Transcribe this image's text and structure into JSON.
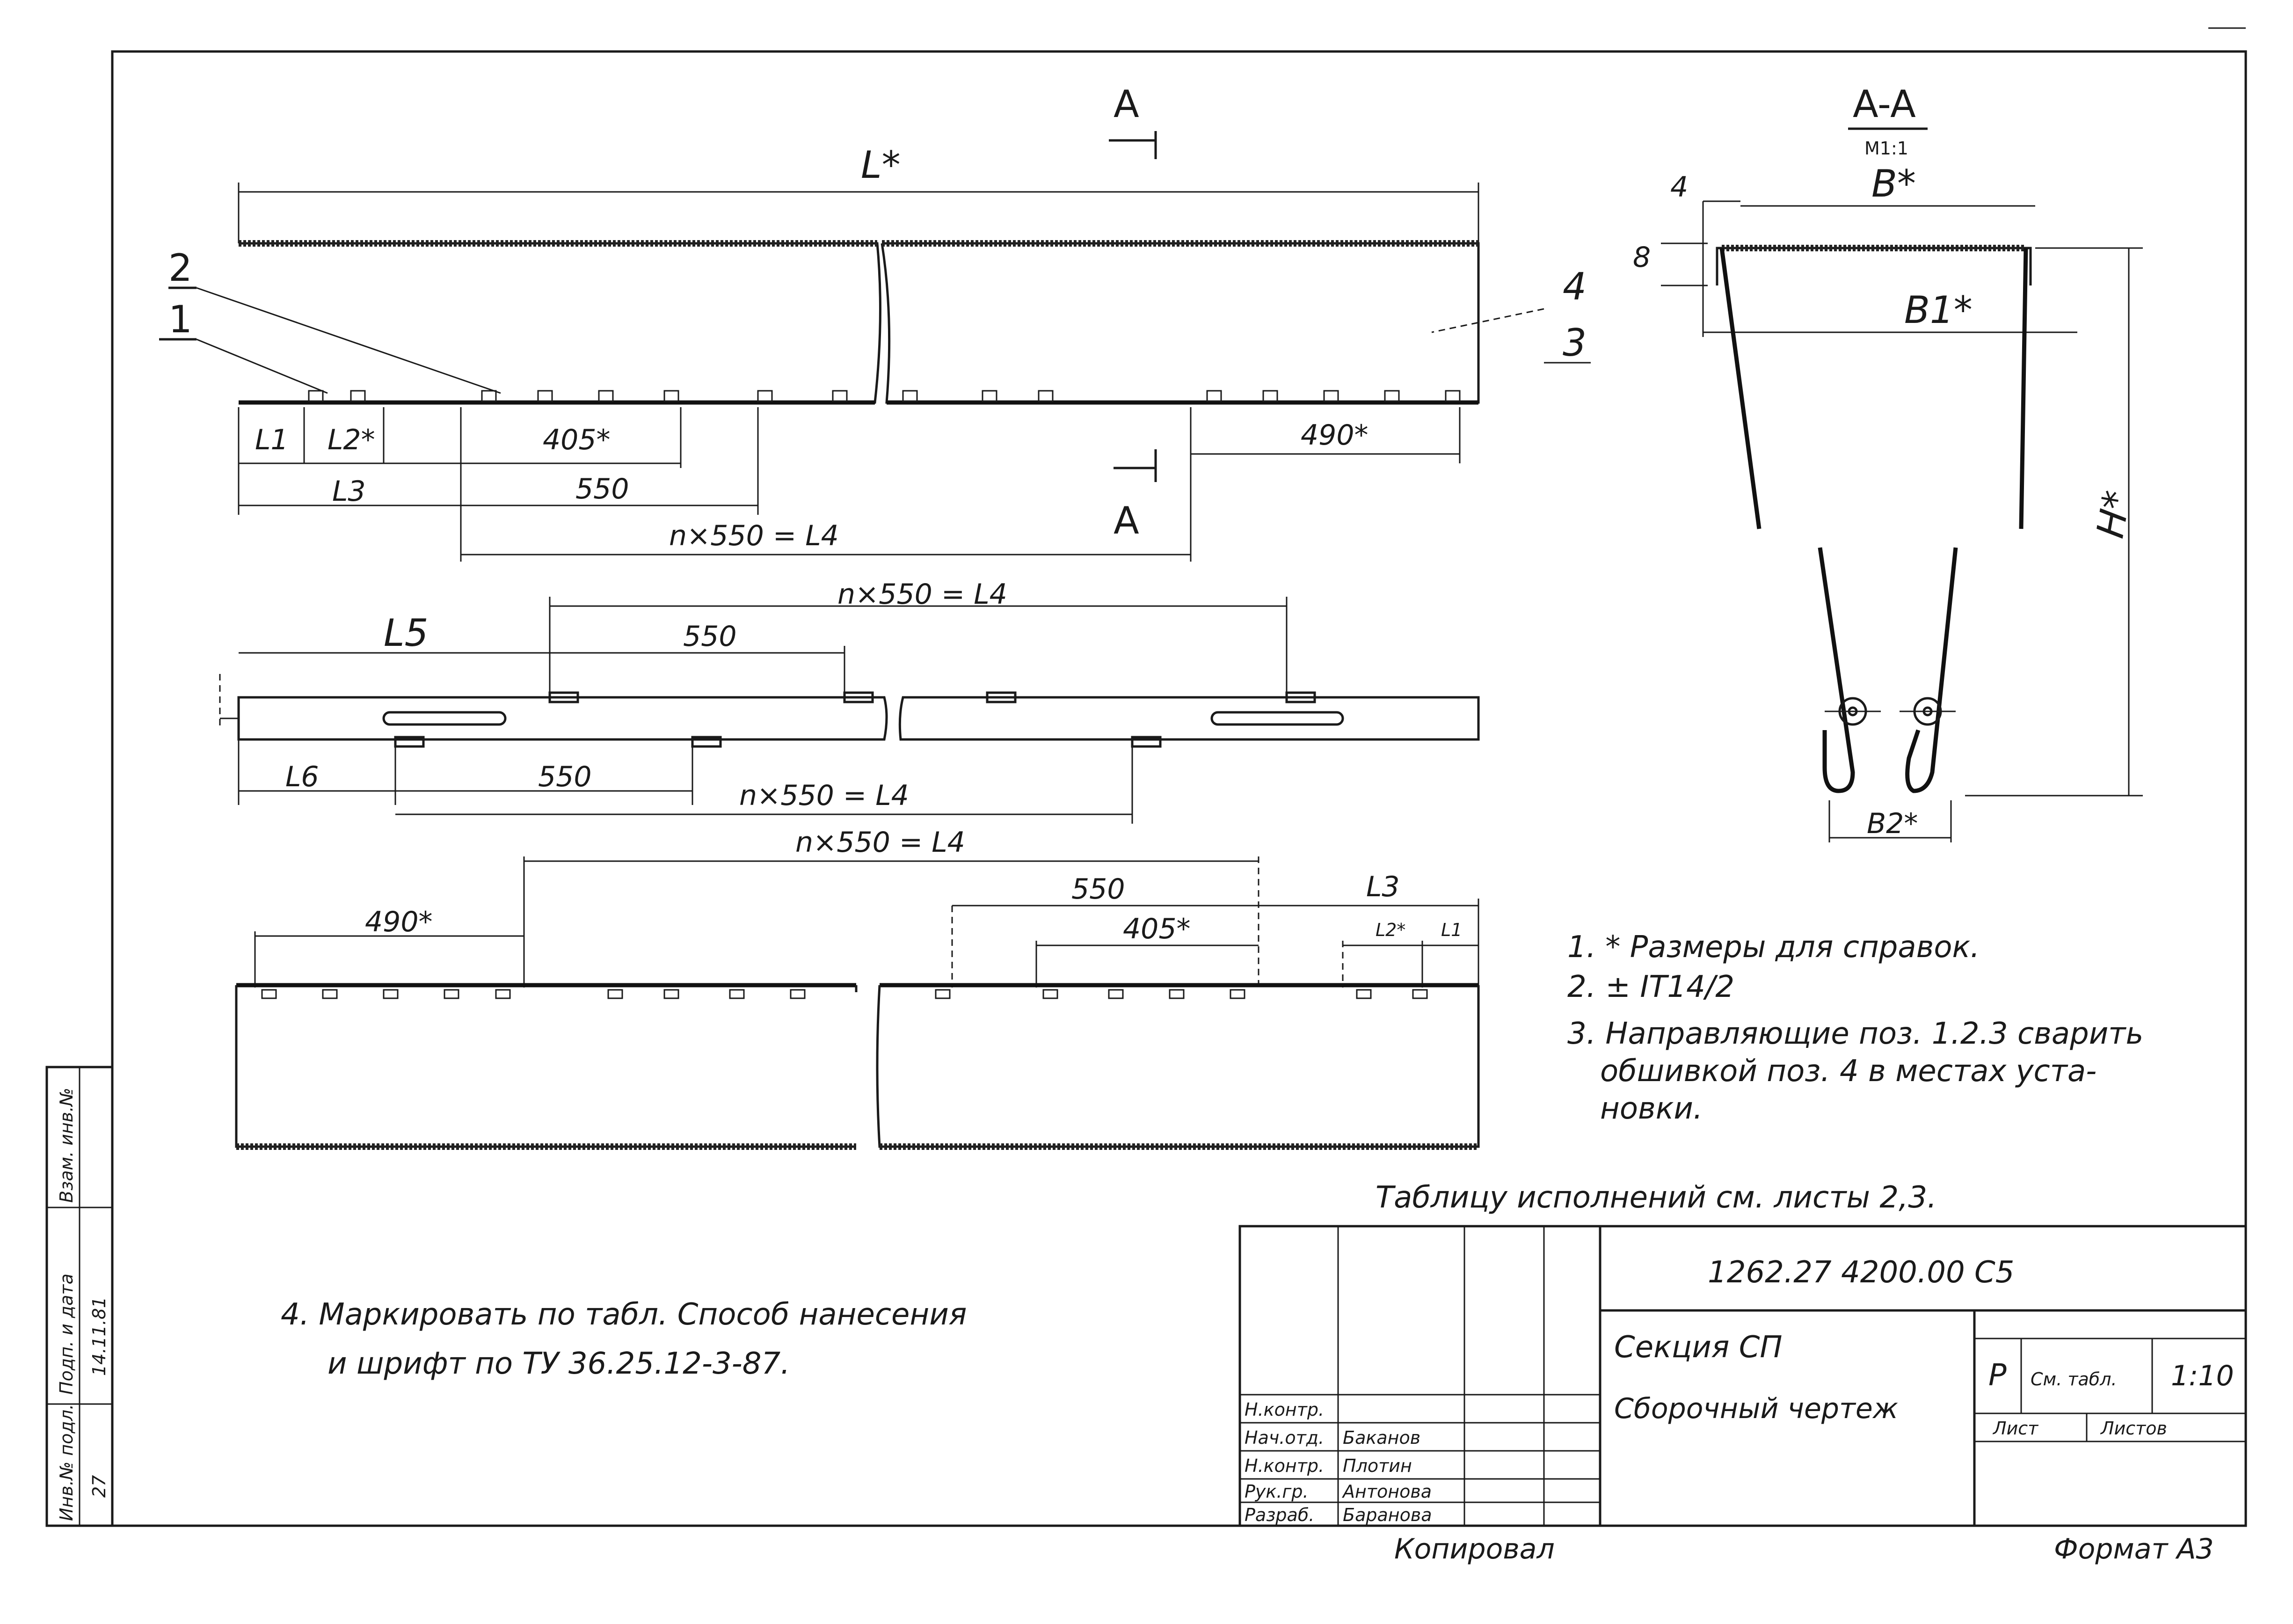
{
  "section_mark": "A",
  "section_title": "A-A",
  "section_scale": "M1:1",
  "dims": {
    "L_total": "L*",
    "L1": "L1",
    "L2": "L2*",
    "L3": "L3",
    "L4": "L4",
    "L5": "L5",
    "L6": "L6",
    "d405": "405*",
    "d550": "550",
    "d490": "490*",
    "n550_L4": "n×550 = L4",
    "B": "B*",
    "B1": "B1*",
    "B2": "B2*",
    "H": "H*",
    "d4": "4",
    "d8": "8"
  },
  "positions": {
    "p1": "1",
    "p2": "2",
    "p3": "3",
    "p4": "4"
  },
  "notes": [
    "1. * Размеры для справок.",
    "2. ± IT14/2",
    "3. Направляющие поз. 1.2.3 сварить",
    "обшивкой поз. 4 в местах уста-",
    "новки."
  ],
  "note4_line1": "4. Маркировать по табл. Способ нанесения",
  "note4_line2": "и шрифт по ТУ 36.25.12-3-87.",
  "table_ref": "Таблицу исполнений см. листы 2,3.",
  "title_block": {
    "doc_number": "1262.27 4200.00 С5",
    "name_line1": "Секция СП",
    "name_line2": "Сборочный чертеж",
    "stage": "Р",
    "mass": "См. табл.",
    "scale": "1:10",
    "sheet": "Лист",
    "sheets": "Листов",
    "org": "",
    "roles": [
      "Н.контр.",
      "Нач.отд.",
      "Н.контр.",
      "Рук.гр.",
      "Разраб."
    ],
    "names": [
      "",
      "Баканов",
      "Плотин",
      "Антонова",
      "Баранова"
    ],
    "copied": "Копировал",
    "format": "Формат А3"
  },
  "side_stamp": {
    "inv_podl": "Инв.№ подл.",
    "podp_data": "Подп. и дата",
    "vzam_inv": "Взам. инв.№",
    "inv_val": "27",
    "podp_val": "14.11.81"
  }
}
